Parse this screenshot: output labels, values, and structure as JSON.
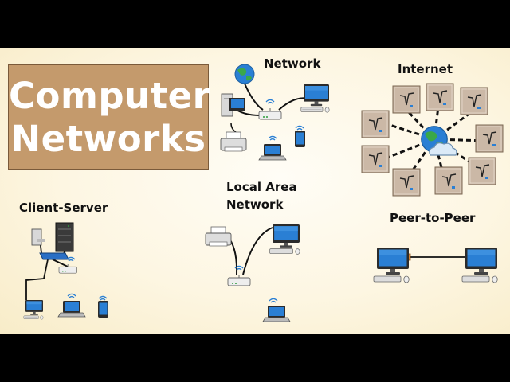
{
  "title": {
    "line1": "Computer",
    "line2": "Networks"
  },
  "sections": {
    "network": "Network",
    "internet": "Internet",
    "client_server": "Client-Server",
    "lan_line1": "Local Area",
    "lan_line2": "Network",
    "p2p": "Peer-to-Peer"
  },
  "colors": {
    "background": "#fdf6e2",
    "title_box": "#c49a6c",
    "screen_blue": "#2a7fd4",
    "cable": "#111111",
    "p2p_connector": "#d9822b"
  }
}
